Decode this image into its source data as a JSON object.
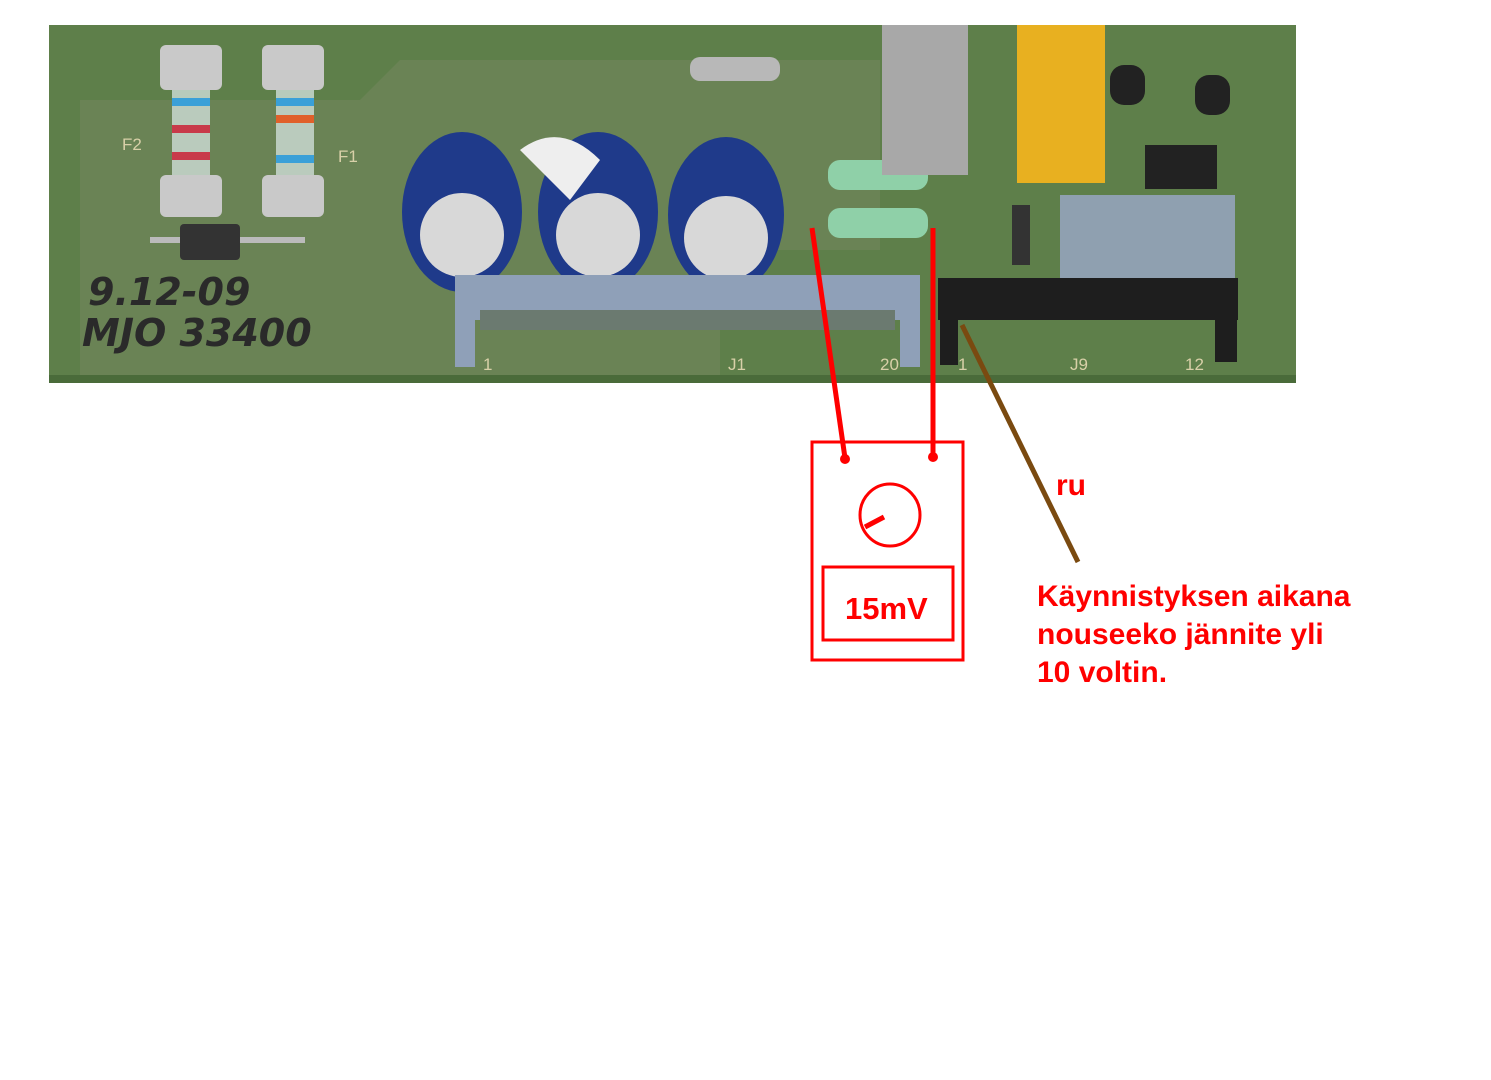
{
  "board": {
    "fuse_labels": [
      "F2",
      "F1"
    ],
    "handwriting": [
      "9.12-09",
      "MJO 33400"
    ],
    "connector_j1": {
      "name": "J1",
      "pin_first": "1",
      "pin_last": "20"
    },
    "connector_j9": {
      "name": "J9",
      "pin_first": "1",
      "pin_last": "12"
    }
  },
  "meter": {
    "reading": "15mV"
  },
  "wire_label": "ru",
  "note": {
    "lines": [
      "Käynnistyksen aikana",
      "nouseeko jännite yli",
      "10 voltin."
    ]
  },
  "colors": {
    "annotation": "#ff0000",
    "wire_brown": "#7a4a10",
    "pcb": "#5e7f4a"
  }
}
